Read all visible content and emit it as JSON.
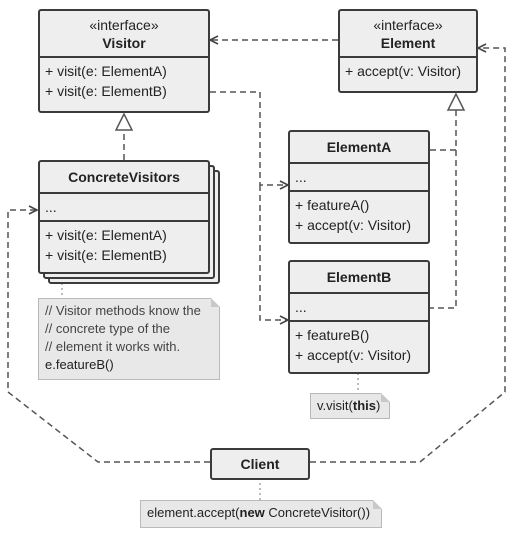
{
  "visitor": {
    "stereotype": "«interface»",
    "name": "Visitor",
    "methods": [
      "+ visit(e: ElementA)",
      "+ visit(e: ElementB)"
    ]
  },
  "element": {
    "stereotype": "«interface»",
    "name": "Element",
    "methods": [
      "+ accept(v: Visitor)"
    ]
  },
  "concrete_visitors": {
    "name": "ConcreteVisitors",
    "fields": "...",
    "methods": [
      "+ visit(e: ElementA)",
      "+ visit(e: ElementB)"
    ]
  },
  "element_a": {
    "name": "ElementA",
    "fields": "...",
    "methods": [
      "+ featureA()",
      "+ accept(v: Visitor)"
    ]
  },
  "element_b": {
    "name": "ElementB",
    "fields": "...",
    "methods": [
      "+ featureB()",
      "+ accept(v: Visitor)"
    ]
  },
  "client": {
    "name": "Client"
  },
  "notes": {
    "visitor_note": {
      "comment_lines": [
        "// Visitor methods know the",
        "// concrete type of the",
        "// element it works with."
      ],
      "code_line": "e.featureB()"
    },
    "element_b_note": {
      "prefix": "v.visit(",
      "keyword": "this",
      "suffix": ")"
    },
    "client_note": {
      "prefix": "element.accept(",
      "keyword": "new",
      "suffix": " ConcreteVisitor())"
    }
  },
  "colors": {
    "box_fill": "#eeeeee",
    "border": "#3b3b3b",
    "note_fill": "#e8e8e8",
    "line": "#555555"
  }
}
